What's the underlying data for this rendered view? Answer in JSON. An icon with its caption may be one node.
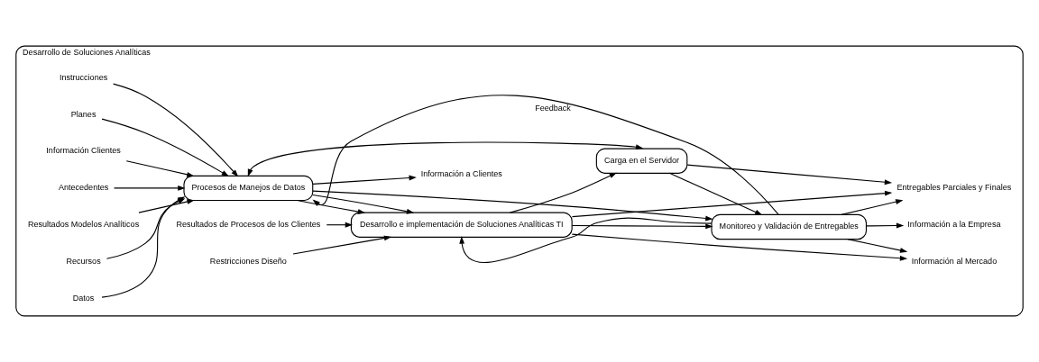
{
  "diagram": {
    "nodes": [
      {
        "text": [
          "Desarrollo de Soluciones Analíticas"
        ]
      },
      {
        "text": [
          "Instrucciones"
        ],
        "in": 0
      },
      {
        "text": [
          "Planes"
        ],
        "in": 0
      },
      {
        "text": [
          "Información Clientes"
        ],
        "in": 0
      },
      {
        "text": [
          "Antecedentes"
        ],
        "in": 0
      },
      {
        "text": [
          "Resultados Modelos Analíticos"
        ],
        "in": 0
      },
      {
        "text": [
          "Procesos de Manejos de Datos"
        ],
        "in": 0
      },
      {
        "text": [
          "Restricciones Diseño"
        ],
        "in": 0
      },
      {
        "text": [
          "Desarrollo e implementación de Soluciones Analíticas TI"
        ],
        "in": 0
      },
      {
        "text": [
          "Carga en el Servidor"
        ],
        "in": 0
      },
      {
        "text": [
          "Monitoreo y Validación de Entregables"
        ],
        "in": 0
      },
      {
        "text": [
          "Información a Clientes"
        ],
        "in": 0
      },
      {
        "text": [
          "Entregables Parciales y Finales"
        ],
        "in": 0
      },
      {
        "text": [
          "Información al Mercado"
        ],
        "in": 0
      },
      {
        "text": [
          "Información a la Empresa"
        ],
        "in": 0
      },
      {
        "text": [
          "Recursos"
        ],
        "in": 0
      },
      {
        "text": [
          "Datos"
        ],
        "in": 0
      },
      {
        "text": [
          "Resultados de Procesos de los Clientes"
        ],
        "in": 0
      }
    ],
    "edges": [
      {
        "from": 1,
        "to": 6,
        "arrow": "to"
      },
      {
        "from": 2,
        "to": 6,
        "arrow": "to"
      },
      {
        "from": 3,
        "to": 6,
        "arrow": "to"
      },
      {
        "from": 4,
        "to": 6,
        "arrow": "to"
      },
      {
        "from": 5,
        "to": 6,
        "arrow": "to"
      },
      {
        "from": 15,
        "to": 6,
        "arrow": "to"
      },
      {
        "from": 16,
        "to": 6,
        "arrow": "to"
      },
      {
        "from": 7,
        "to": 8,
        "arrow": "to"
      },
      {
        "from": 17,
        "to": 8,
        "arrow": "to"
      },
      {
        "from": 6,
        "to": 9,
        "arrow": "both"
      },
      {
        "from": 6,
        "to": 11,
        "arrow": "to"
      },
      {
        "from": 6,
        "to": 10,
        "arrow": "to"
      },
      {
        "from": 6,
        "to": 8,
        "arrow": "to"
      },
      {
        "from": 6,
        "to": 8,
        "arrow": "to"
      },
      {
        "from": 8,
        "to": 12,
        "arrow": "to"
      },
      {
        "from": 8,
        "to": 13,
        "arrow": "to"
      },
      {
        "from": 8,
        "to": 10,
        "arrow": "to"
      },
      {
        "from": 8,
        "to": 9,
        "arrow": "to"
      },
      {
        "from": 9,
        "to": 12,
        "arrow": "to"
      },
      {
        "from": 9,
        "to": 10,
        "arrow": "to"
      },
      {
        "from": 10,
        "to": 12,
        "arrow": "to"
      },
      {
        "from": 10,
        "to": 13,
        "arrow": "to"
      },
      {
        "from": 10,
        "to": 14,
        "arrow": "to"
      },
      {
        "from": 10,
        "to": 6,
        "arrow": "to",
        "label": "Feedback"
      },
      {
        "from": 10,
        "to": 8,
        "arrow": "to"
      }
    ]
  }
}
